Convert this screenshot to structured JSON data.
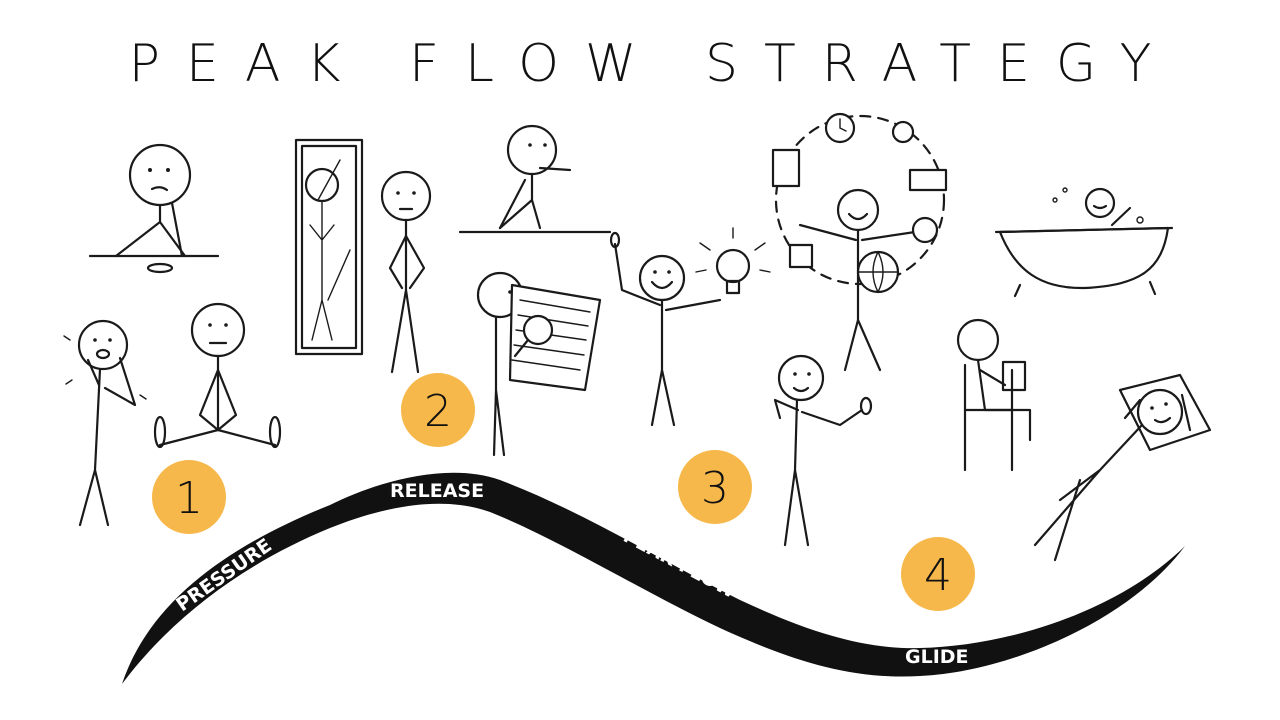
{
  "title": "PEAK FLOW STRATEGY",
  "stages": [
    {
      "number": "1",
      "label": "PRESSURE"
    },
    {
      "number": "2",
      "label": "RELEASE"
    },
    {
      "number": "3",
      "label": "PEAK FLOW"
    },
    {
      "number": "4",
      "label": "GLIDE"
    }
  ],
  "colors": {
    "badge": "#f6b84a",
    "wave": "#111111",
    "ink": "#1a1a1a"
  }
}
